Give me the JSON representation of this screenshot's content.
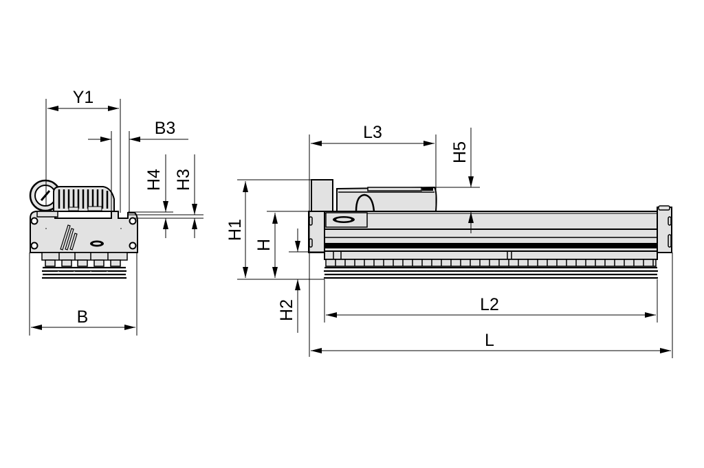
{
  "drawing": {
    "type": "dimensioned technical drawing",
    "views": [
      "side view",
      "front view"
    ],
    "colors": {
      "background": "#ffffff",
      "line": "#000000",
      "part_fill": "#e2e2e2"
    }
  },
  "side_view": {
    "dimensions": {
      "y1": "Y1",
      "b3": "B3",
      "h4": "H4",
      "h3": "H3",
      "b": "B"
    }
  },
  "front_view": {
    "dimensions": {
      "l3": "L3",
      "h5": "H5",
      "h1": "H1",
      "h": "H",
      "h2": "H2",
      "l2": "L2",
      "l": "L"
    }
  }
}
